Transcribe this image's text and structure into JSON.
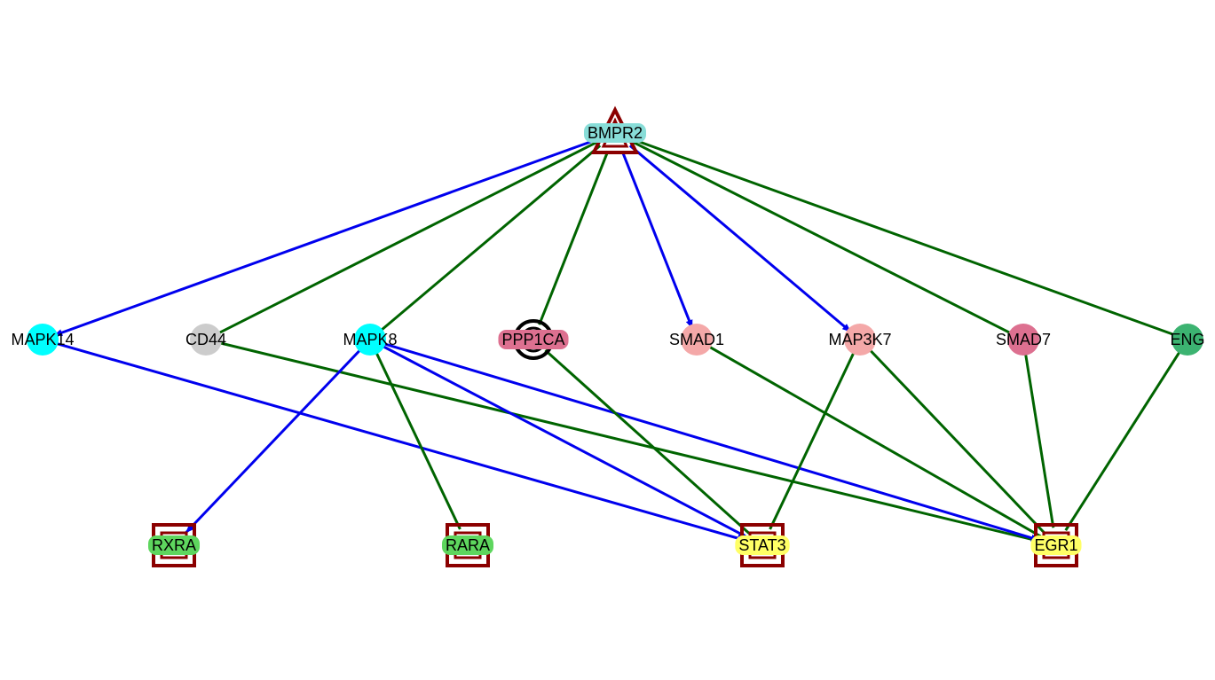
{
  "colors": {
    "activation_edge": "#0000ee",
    "binding_edge": "#006400",
    "shape_stroke": "#8b0000",
    "target_ring": "#000000"
  },
  "nodes": [
    {
      "id": "BMPR2",
      "label": "BMPR2",
      "shape": "triangle",
      "label_bg": "#88ddd8",
      "fill": "none"
    },
    {
      "id": "MAPK14",
      "label": "MAPK14",
      "shape": "circle",
      "fill": "#00ffff",
      "label_bg": ""
    },
    {
      "id": "CD44",
      "label": "CD44",
      "shape": "circle",
      "fill": "#cccccc",
      "label_bg": ""
    },
    {
      "id": "MAPK8",
      "label": "MAPK8",
      "shape": "circle",
      "fill": "#00ffff",
      "label_bg": ""
    },
    {
      "id": "PPP1CA",
      "label": "PPP1CA",
      "shape": "target",
      "fill": "none",
      "label_bg": "#dd7090"
    },
    {
      "id": "SMAD1",
      "label": "SMAD1",
      "shape": "circle",
      "fill": "#f4a8a8",
      "label_bg": ""
    },
    {
      "id": "MAP3K7",
      "label": "MAP3K7",
      "shape": "circle",
      "fill": "#f4a8a8",
      "label_bg": ""
    },
    {
      "id": "SMAD7",
      "label": "SMAD7",
      "shape": "circle",
      "fill": "#dd7090",
      "label_bg": ""
    },
    {
      "id": "ENG",
      "label": "ENG",
      "shape": "circle",
      "fill": "#3cb371",
      "label_bg": ""
    },
    {
      "id": "RXRA",
      "label": "RXRA",
      "shape": "square",
      "fill": "none",
      "label_bg": "#5ed65e"
    },
    {
      "id": "RARA",
      "label": "RARA",
      "shape": "square",
      "fill": "none",
      "label_bg": "#5ed65e"
    },
    {
      "id": "STAT3",
      "label": "STAT3",
      "shape": "square",
      "fill": "none",
      "label_bg": "#ffff66"
    },
    {
      "id": "EGR1",
      "label": "EGR1",
      "shape": "square",
      "fill": "none",
      "label_bg": "#ffff66"
    }
  ],
  "edges": [
    {
      "from": "BMPR2",
      "to": "MAPK14",
      "kind": "activation"
    },
    {
      "from": "BMPR2",
      "to": "CD44",
      "kind": "binding"
    },
    {
      "from": "BMPR2",
      "to": "MAPK8",
      "kind": "binding"
    },
    {
      "from": "BMPR2",
      "to": "PPP1CA",
      "kind": "binding"
    },
    {
      "from": "BMPR2",
      "to": "SMAD1",
      "kind": "activation"
    },
    {
      "from": "BMPR2",
      "to": "MAP3K7",
      "kind": "activation"
    },
    {
      "from": "BMPR2",
      "to": "SMAD7",
      "kind": "binding"
    },
    {
      "from": "BMPR2",
      "to": "ENG",
      "kind": "binding"
    },
    {
      "from": "MAPK14",
      "to": "STAT3",
      "kind": "activation"
    },
    {
      "from": "CD44",
      "to": "EGR1",
      "kind": "binding"
    },
    {
      "from": "MAPK8",
      "to": "RXRA",
      "kind": "activation"
    },
    {
      "from": "MAPK8",
      "to": "RARA",
      "kind": "binding"
    },
    {
      "from": "MAPK8",
      "to": "STAT3",
      "kind": "activation"
    },
    {
      "from": "MAPK8",
      "to": "EGR1",
      "kind": "activation"
    },
    {
      "from": "PPP1CA",
      "to": "STAT3",
      "kind": "binding"
    },
    {
      "from": "SMAD1",
      "to": "EGR1",
      "kind": "binding"
    },
    {
      "from": "MAP3K7",
      "to": "STAT3",
      "kind": "binding"
    },
    {
      "from": "MAP3K7",
      "to": "EGR1",
      "kind": "binding"
    },
    {
      "from": "SMAD7",
      "to": "EGR1",
      "kind": "binding"
    },
    {
      "from": "ENG",
      "to": "EGR1",
      "kind": "binding"
    }
  ]
}
